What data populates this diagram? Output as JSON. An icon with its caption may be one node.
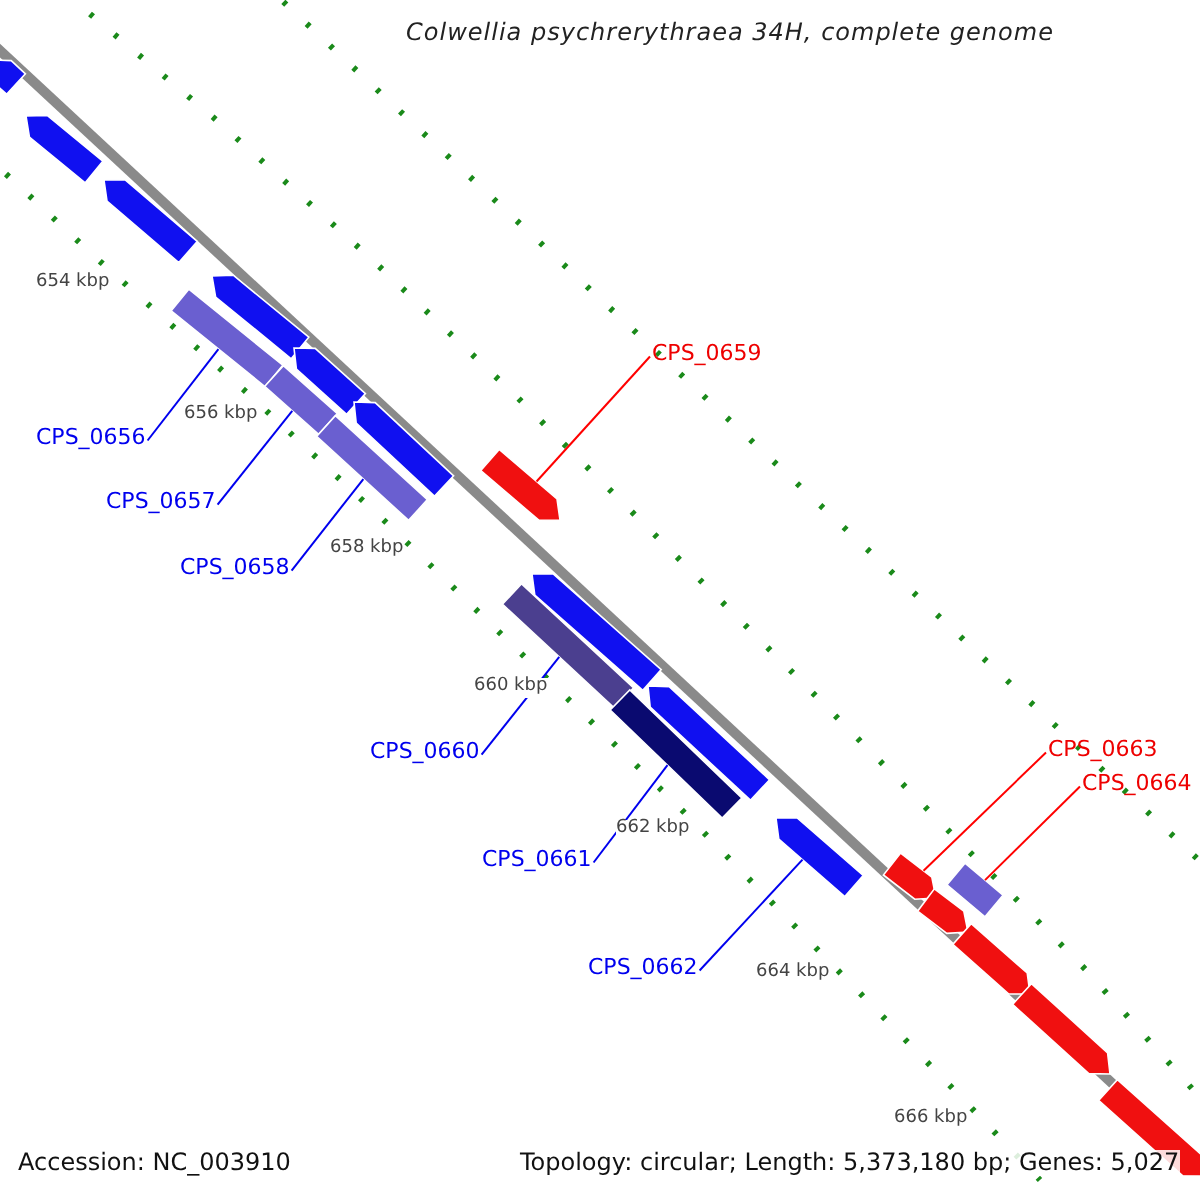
{
  "diagram": {
    "title": "Colwellia psychrerythraea 34H, complete genome",
    "nodes": [
      {
        "text": [
          "CPS_0659"
        ]
      },
      {
        "text": [
          "CPS_0656"
        ]
      },
      {
        "text": [
          "CPS_0657"
        ]
      },
      {
        "text": [
          "CPS_0658"
        ]
      },
      {
        "text": [
          "CPS_0663"
        ]
      },
      {
        "text": [
          "CPS_0660"
        ]
      },
      {
        "text": [
          "CPS_0664"
        ]
      },
      {
        "text": [
          "CPS_0661"
        ]
      },
      {
        "text": [
          "CPS_0662"
        ]
      },
      {
        "text": [],
        "shape": "arrow"
      },
      {
        "text": [],
        "shape": "arrow"
      },
      {
        "text": [],
        "shape": "arrow"
      },
      {
        "text": [],
        "shape": "arrow"
      },
      {
        "text": [],
        "shape": "bar"
      },
      {
        "text": [],
        "shape": "arrow"
      },
      {
        "text": [],
        "shape": "bar"
      },
      {
        "text": [],
        "shape": "arrow"
      },
      {
        "text": [],
        "shape": "bar"
      },
      {
        "text": [],
        "shape": "arrow"
      },
      {
        "text": [],
        "shape": "arrow"
      },
      {
        "text": [],
        "shape": "bar"
      },
      {
        "text": [],
        "shape": "arrow"
      },
      {
        "text": [],
        "shape": "bar"
      },
      {
        "text": [],
        "shape": "arrow"
      },
      {
        "text": [],
        "shape": "arrow"
      },
      {
        "text": [],
        "shape": "bar"
      },
      {
        "text": [],
        "shape": "arrow"
      },
      {
        "text": [],
        "shape": "arrow"
      },
      {
        "text": [],
        "shape": "arrow"
      },
      {
        "text": [],
        "shape": "arrow"
      }
    ],
    "edges": [
      {
        "from": 0,
        "to": 18,
        "arrow": "none",
        "color": "#ff0000"
      },
      {
        "from": 1,
        "to": 13,
        "arrow": "none"
      },
      {
        "from": 2,
        "to": 15,
        "arrow": "none"
      },
      {
        "from": 3,
        "to": 17,
        "arrow": "none"
      },
      {
        "from": 4,
        "to": 24,
        "arrow": "none",
        "color": "#ff0000"
      },
      {
        "from": 5,
        "to": 20,
        "arrow": "none"
      },
      {
        "from": 6,
        "to": 25,
        "arrow": "none",
        "color": "#ff0000"
      },
      {
        "from": 7,
        "to": 22,
        "arrow": "none"
      },
      {
        "from": 8,
        "to": 23,
        "arrow": "none"
      }
    ],
    "labels": [
      "654 kbp",
      "656 kbp",
      "658 kbp",
      "660 kbp",
      "662 kbp",
      "664 kbp",
      "666 kbp",
      "Accession: NC_003910",
      "Topology: circular; Length: 5,373,180 bp; Genes: 5,027"
    ]
  }
}
